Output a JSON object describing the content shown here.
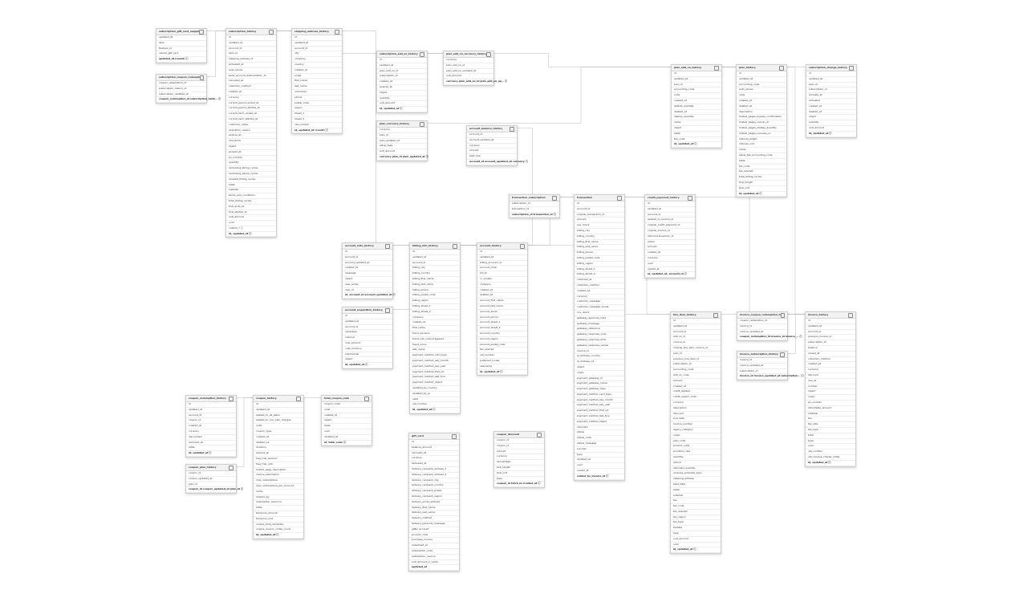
{
  "tables": [
    {
      "name": "subscription_gift_card_mapping",
      "columns": [
        "updated_at",
        "item",
        "fivetran_id",
        "owned_gift_card",
        "updated_at (count) ⓘ"
      ]
    },
    {
      "name": "subscription_coupon_redemption_hist…",
      "columns": [
        "coupon_redemption_id",
        "subscription_history_id",
        "subscription_updated_at",
        "coupon_redemption_id subscription_histo… ⓘ"
      ]
    },
    {
      "name": "subscription_history",
      "columns": [
        "id",
        "updated_at",
        "account_id",
        "item_id",
        "shipping_address_id",
        "activated_at",
        "auto_renew",
        "bank_account_authorization_id",
        "canceled_at",
        "collection_method",
        "created_at",
        "currency",
        "current_period_ended_at",
        "current_period_started_at",
        "current_term_ended_at",
        "current_term_started_at",
        "customer_notes",
        "expiration_reason",
        "expires_at",
        "net_terms",
        "object",
        "paused_at",
        "po_number",
        "quantity",
        "remaining_billing_cycles",
        "remaining_pause_cycles",
        "renewal_billing_cycles",
        "state",
        "subtotal",
        "terms_and_conditions",
        "total_billing_cycles",
        "trial_ends_at",
        "trial_started_at",
        "unit_amount",
        "uuid",
        "custom_* ⓘ",
        "id, updated_at ⓘ"
      ]
    },
    {
      "name": "shipping_address_history",
      "columns": [
        "id",
        "updated_at",
        "account_id",
        "city",
        "company",
        "country",
        "created_at",
        "email",
        "first_name",
        "last_name",
        "nickname",
        "phone",
        "postal_code",
        "region",
        "street_1",
        "street_2",
        "vat_number",
        "id, updated_at (count) ⓘ"
      ]
    },
    {
      "name": "subscription_add_on_history",
      "columns": [
        "id",
        "updated_at",
        "plan_add_on_id",
        "subscription_id",
        "created_at",
        "expired_at",
        "object",
        "quantity",
        "unit_amount",
        "id, updated_at ⓘ"
      ]
    },
    {
      "name": "plan_add_on_currency_history",
      "columns": [
        "currency",
        "plan_add_on_id",
        "plan_add_on_updated_at",
        "unit_amount",
        "currency plan_add_on_id plan_add_on_up… ⓘ"
      ]
    },
    {
      "name": "plan_add_on_history",
      "columns": [
        "id",
        "updated_at",
        "plan_id",
        "accounting_code",
        "code",
        "created_at",
        "default_quantity",
        "deleted_at",
        "display_quantity",
        "name",
        "object",
        "state",
        "tax_code",
        "id, updated_at ⓘ"
      ]
    },
    {
      "name": "account_balance_history",
      "columns": [
        "account_id",
        "account_updated_at",
        "currency",
        "amount",
        "past_due",
        "account_id account_updated_at currency ⓘ"
      ]
    },
    {
      "name": "plan_currency_history",
      "columns": [
        "currency",
        "plan_id",
        "plan_updated_at",
        "setup_fees",
        "unit_amount",
        "currency plan_id plan_updated_at ⓘ"
      ]
    },
    {
      "name": "plan_history",
      "columns": [
        "id",
        "updated_at",
        "accounting_code",
        "auto_renew",
        "code",
        "created_at",
        "deleted_at",
        "description",
        "hosted_pages_bypass_confirmation",
        "hosted_pages_cancel_url",
        "hosted_pages_display_quantity",
        "hosted_pages_success_url",
        "interval_length",
        "interval_unit",
        "name",
        "setup_fee_accounting_code",
        "state",
        "tax_code",
        "tax_exempt",
        "total_billing_cycles",
        "trial_length",
        "trial_unit",
        "id, updated_at ⓘ"
      ]
    },
    {
      "name": "subscription_change_history",
      "columns": [
        "id",
        "updated_at",
        "plan_id",
        "subscription_id",
        "activate_at",
        "activated",
        "created_at",
        "deleted_at",
        "object",
        "quantity",
        "unit_amount",
        "id, updated_at ⓘ"
      ]
    },
    {
      "name": "transaction_subscription",
      "columns": [
        "subscription_id",
        "transaction_id",
        "subscription_id transaction_id ⓘ"
      ]
    },
    {
      "name": "transaction",
      "columns": [
        "id",
        "account_id",
        "original_transaction_id",
        "amount",
        "avs_check",
        "billing_city",
        "billing_country",
        "billing_first_name",
        "billing_last_name",
        "billing_phone",
        "billing_postal_code",
        "billing_region",
        "billing_street_1",
        "billing_street_2",
        "collected_at",
        "collection_method",
        "created_at",
        "currency",
        "customer_message",
        "customer_message_locale",
        "cvv_check",
        "gateway_approval_code",
        "gateway_message",
        "gateway_reference",
        "gateway_response_code",
        "gateway_response_time",
        "gateway_response_values",
        "invoice_id",
        "ip_address_country",
        "ip_address_v4",
        "object",
        "origin",
        "payment_gateway_id",
        "payment_gateway_name",
        "payment_gateway_type",
        "payment_method_card_type",
        "payment_method_exp_month",
        "payment_method_exp_year",
        "payment_method_first_six",
        "payment_method_last_four",
        "payment_method_object",
        "refunded",
        "status",
        "status_code",
        "status_message",
        "success",
        "type",
        "updated_at",
        "uuid",
        "voided_at",
        "voided_by_invoice_id ⓘ"
      ]
    },
    {
      "name": "credit_payment_history",
      "columns": [
        "id",
        "updated_at",
        "account_id",
        "applied_to_invoice_id",
        "original_credit_payment_id",
        "original_invoice_id",
        "refund_transaction_id",
        "action",
        "amount",
        "created_at",
        "currency",
        "uuid",
        "voided_at",
        "id, updated_at, account_id ⓘ"
      ]
    },
    {
      "name": "account_note_history",
      "columns": [
        "id",
        "account_id",
        "account_updated_at",
        "created_at",
        "message",
        "object",
        "user_email",
        "user_id",
        "id, account_id account_updated_at ⓘ"
      ]
    },
    {
      "name": "account_acquisition_history",
      "columns": [
        "id",
        "updated_at",
        "account_id",
        "campaign",
        "channel",
        "cost_amount",
        "cost_currency",
        "subchannel",
        "object",
        "id, updated_at ⓘ"
      ]
    },
    {
      "name": "billing_info_history",
      "columns": [
        "id",
        "updated_at",
        "account_id",
        "billing_city",
        "billing_country",
        "billing_first_name",
        "billing_last_name",
        "billing_phone",
        "billing_postal_code",
        "billing_region",
        "billing_street_1",
        "billing_street_2",
        "company",
        "created_at",
        "first_name",
        "fraud_decision",
        "fraud_risk_rules_triggered",
        "fraud_score",
        "last_name",
        "payment_method_card_type",
        "payment_method_exp_month",
        "payment_method_exp_year",
        "payment_method_first_six",
        "payment_method_last_four",
        "payment_method_object",
        "updated_by_country",
        "updated_by_ip",
        "valid",
        "vat_number",
        "id, updated_at ⓘ"
      ]
    },
    {
      "name": "account_history",
      "columns": [
        "id",
        "updated_at",
        "billing_account_id",
        "account_code",
        "bill_to",
        "cc_emails",
        "company",
        "created_at",
        "deleted_at",
        "account_first_name",
        "account_last_name",
        "account_email",
        "account_phone",
        "account_street_1",
        "account_street_2",
        "account_country",
        "account_region",
        "account_postal_code",
        "tax_exempt",
        "vat_number",
        "preferred_locale",
        "username",
        "id, updated_at ⓘ"
      ]
    },
    {
      "name": "line_item_history",
      "columns": [
        "id",
        "updated_at",
        "account_id",
        "add_on_id",
        "invoice_id",
        "original_line_item_invoice_id",
        "plan_id",
        "previous_line_item_id",
        "subscription_id",
        "accounting_code",
        "add_on_code",
        "amount",
        "created_at",
        "credit_applied",
        "credit_reason_code",
        "currency",
        "description",
        "discount",
        "end_date",
        "invoice_number",
        "legacy_category",
        "origin",
        "plan_code",
        "product_code",
        "proration_rate",
        "quantity",
        "refund",
        "refunded_quantity",
        "revenue_schedule_type",
        "shipping_address",
        "start_date",
        "state",
        "subtotal",
        "tax",
        "tax_code",
        "tax_exempt",
        "tax_region",
        "tax_type",
        "taxable",
        "type",
        "unit_amount",
        "uuid",
        "id, updated_at ⓘ"
      ]
    },
    {
      "name": "invoice_coupon_redemption_history",
      "columns": [
        "coupon_redemption_id",
        "invoice_id",
        "invoice_updated_at",
        "coupon_redemption_id invoice_id invoice_… ⓘ"
      ]
    },
    {
      "name": "invoice_subscription_history",
      "columns": [
        "invoice_id",
        "invoice_updated_at",
        "subscription_id",
        "invoice_id invoice_updated_at subscription… ⓘ"
      ]
    },
    {
      "name": "invoice_history",
      "columns": [
        "id",
        "updated_at",
        "account_id",
        "previous_invoice_id",
        "subscription_id",
        "balance",
        "closed_at",
        "collection_method",
        "created_at",
        "currency",
        "discount",
        "due_at",
        "number",
        "object",
        "origin",
        "po_number",
        "refundable_amount",
        "subtotal",
        "tax",
        "tax_rate",
        "tax_type",
        "total",
        "type",
        "uuid",
        "vat_number",
        "vat_reverse_charge_notes",
        "id, updated_at ⓘ"
      ]
    },
    {
      "name": "coupon_redemption_history",
      "columns": [
        "id",
        "updated_at",
        "account_id",
        "coupon_id",
        "created_at",
        "currency",
        "discounted",
        "removed_at",
        "state",
        "id, updated_at ⓘ"
      ]
    },
    {
      "name": "coupon_plan_history",
      "columns": [
        "coupon_id",
        "coupon_updated_at",
        "plan_id",
        "coupon_id coupon_updated_at plan_id ⓘ"
      ]
    },
    {
      "name": "coupon_history",
      "columns": [
        "id",
        "updated_at",
        "applies_to_all_plans",
        "applies_to_non_plan_charges",
        "code",
        "coupon_type",
        "created_at",
        "deleted_at",
        "duration",
        "expired_at",
        "free_trial_amount",
        "free_trial_unit",
        "hosted_page_description",
        "invoice_description",
        "max_redemptions",
        "max_redemptions_per_account",
        "name",
        "redeem_by",
        "redemption_resource",
        "state",
        "temporal_amount",
        "temporal_unit",
        "unique_code_template",
        "unique_coupon_codes_count",
        "id, updated_at ⓘ"
      ]
    },
    {
      "name": "total_coupon_code",
      "columns": [
        "coupon_code",
        "code",
        "created_at",
        "object",
        "state",
        "uuid",
        "updated_at",
        "id, total_code ⓘ"
      ]
    },
    {
      "name": "gift_card",
      "columns": [
        "id",
        "balance_amount",
        "canceled_at",
        "currency",
        "delivered_at",
        "delivery_recipient_address_1",
        "delivery_recipient_address_2",
        "delivery_recipient_city",
        "delivery_recipient_country",
        "delivery_recipient_postal",
        "delivery_recipient_region",
        "delivery_email_address",
        "delivery_first_name",
        "delivery_last_name",
        "delivery_method",
        "delivery_personal_message",
        "gifter_account",
        "product_code",
        "purchase_invoice",
        "redeemed_at",
        "redemption_code",
        "redemption_invoice",
        "unit_amount_in_cents",
        "updated_at"
      ]
    },
    {
      "name": "coupon_discount",
      "columns": [
        "coupon_id",
        "coupon_id",
        "amount",
        "currency",
        "percentage",
        "trial_length",
        "trial_unit",
        "type",
        "coupon_id fetch_id created_at ⓘ"
      ]
    }
  ]
}
